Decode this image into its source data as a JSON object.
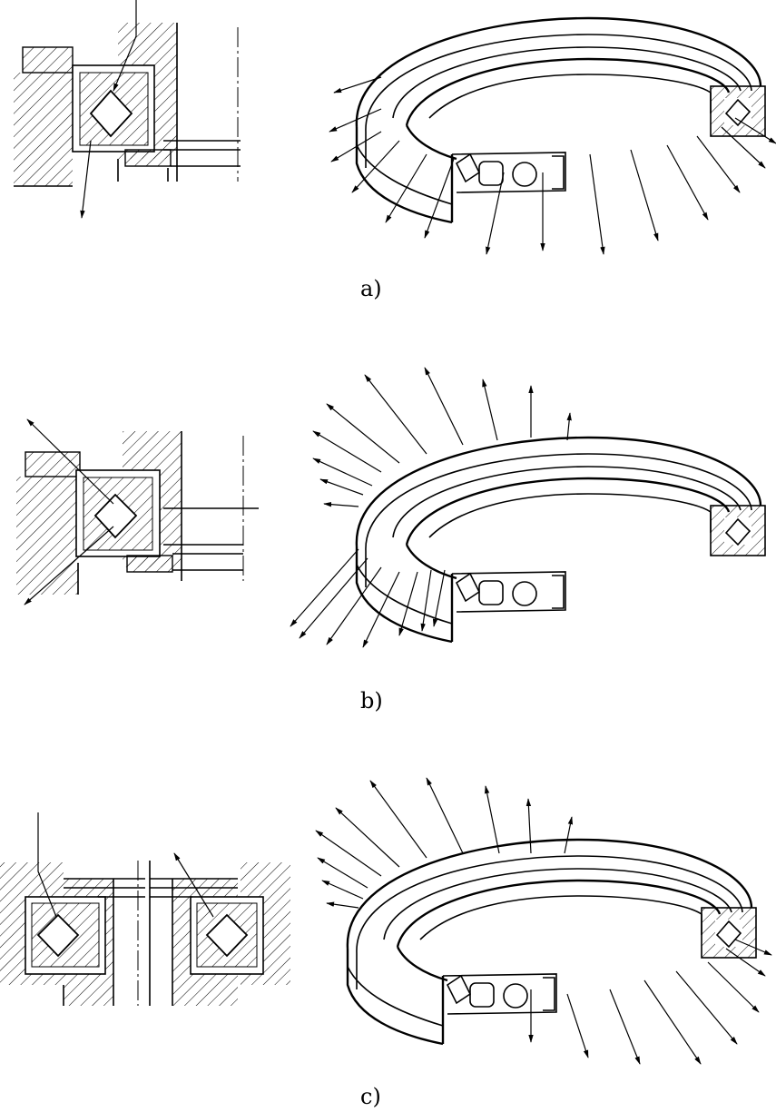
{
  "figure": {
    "captions": [
      "a)",
      "b)",
      "c)"
    ],
    "panels": [
      {
        "id": "a",
        "caption": "a)"
      },
      {
        "id": "b",
        "caption": "b)"
      },
      {
        "id": "c",
        "caption": "c)"
      }
    ]
  },
  "colors": {
    "ink": "#000000",
    "paper": "#ffffff"
  }
}
